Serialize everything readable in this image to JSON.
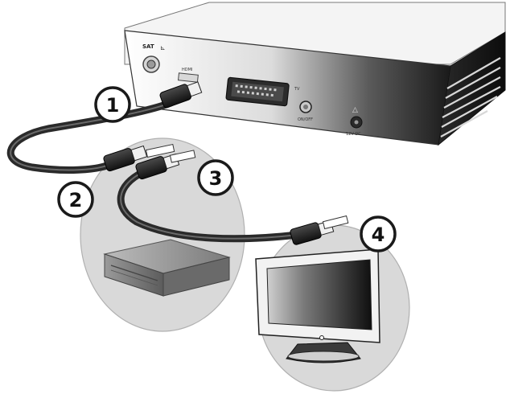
{
  "device_labels": {
    "sat": "SAT",
    "hdmi": "HDMI",
    "tv": "TV",
    "onoff": "ON/OFF",
    "power": "12V DC"
  },
  "steps": [
    "1",
    "2",
    "3",
    "4"
  ],
  "colors": {
    "cable": "#2a2a2a",
    "zone_fill": "#d9d9d9",
    "zone_stroke": "#b0b0b0",
    "box_top": "#eeeeee",
    "box_dark": "#1c1c1c"
  }
}
